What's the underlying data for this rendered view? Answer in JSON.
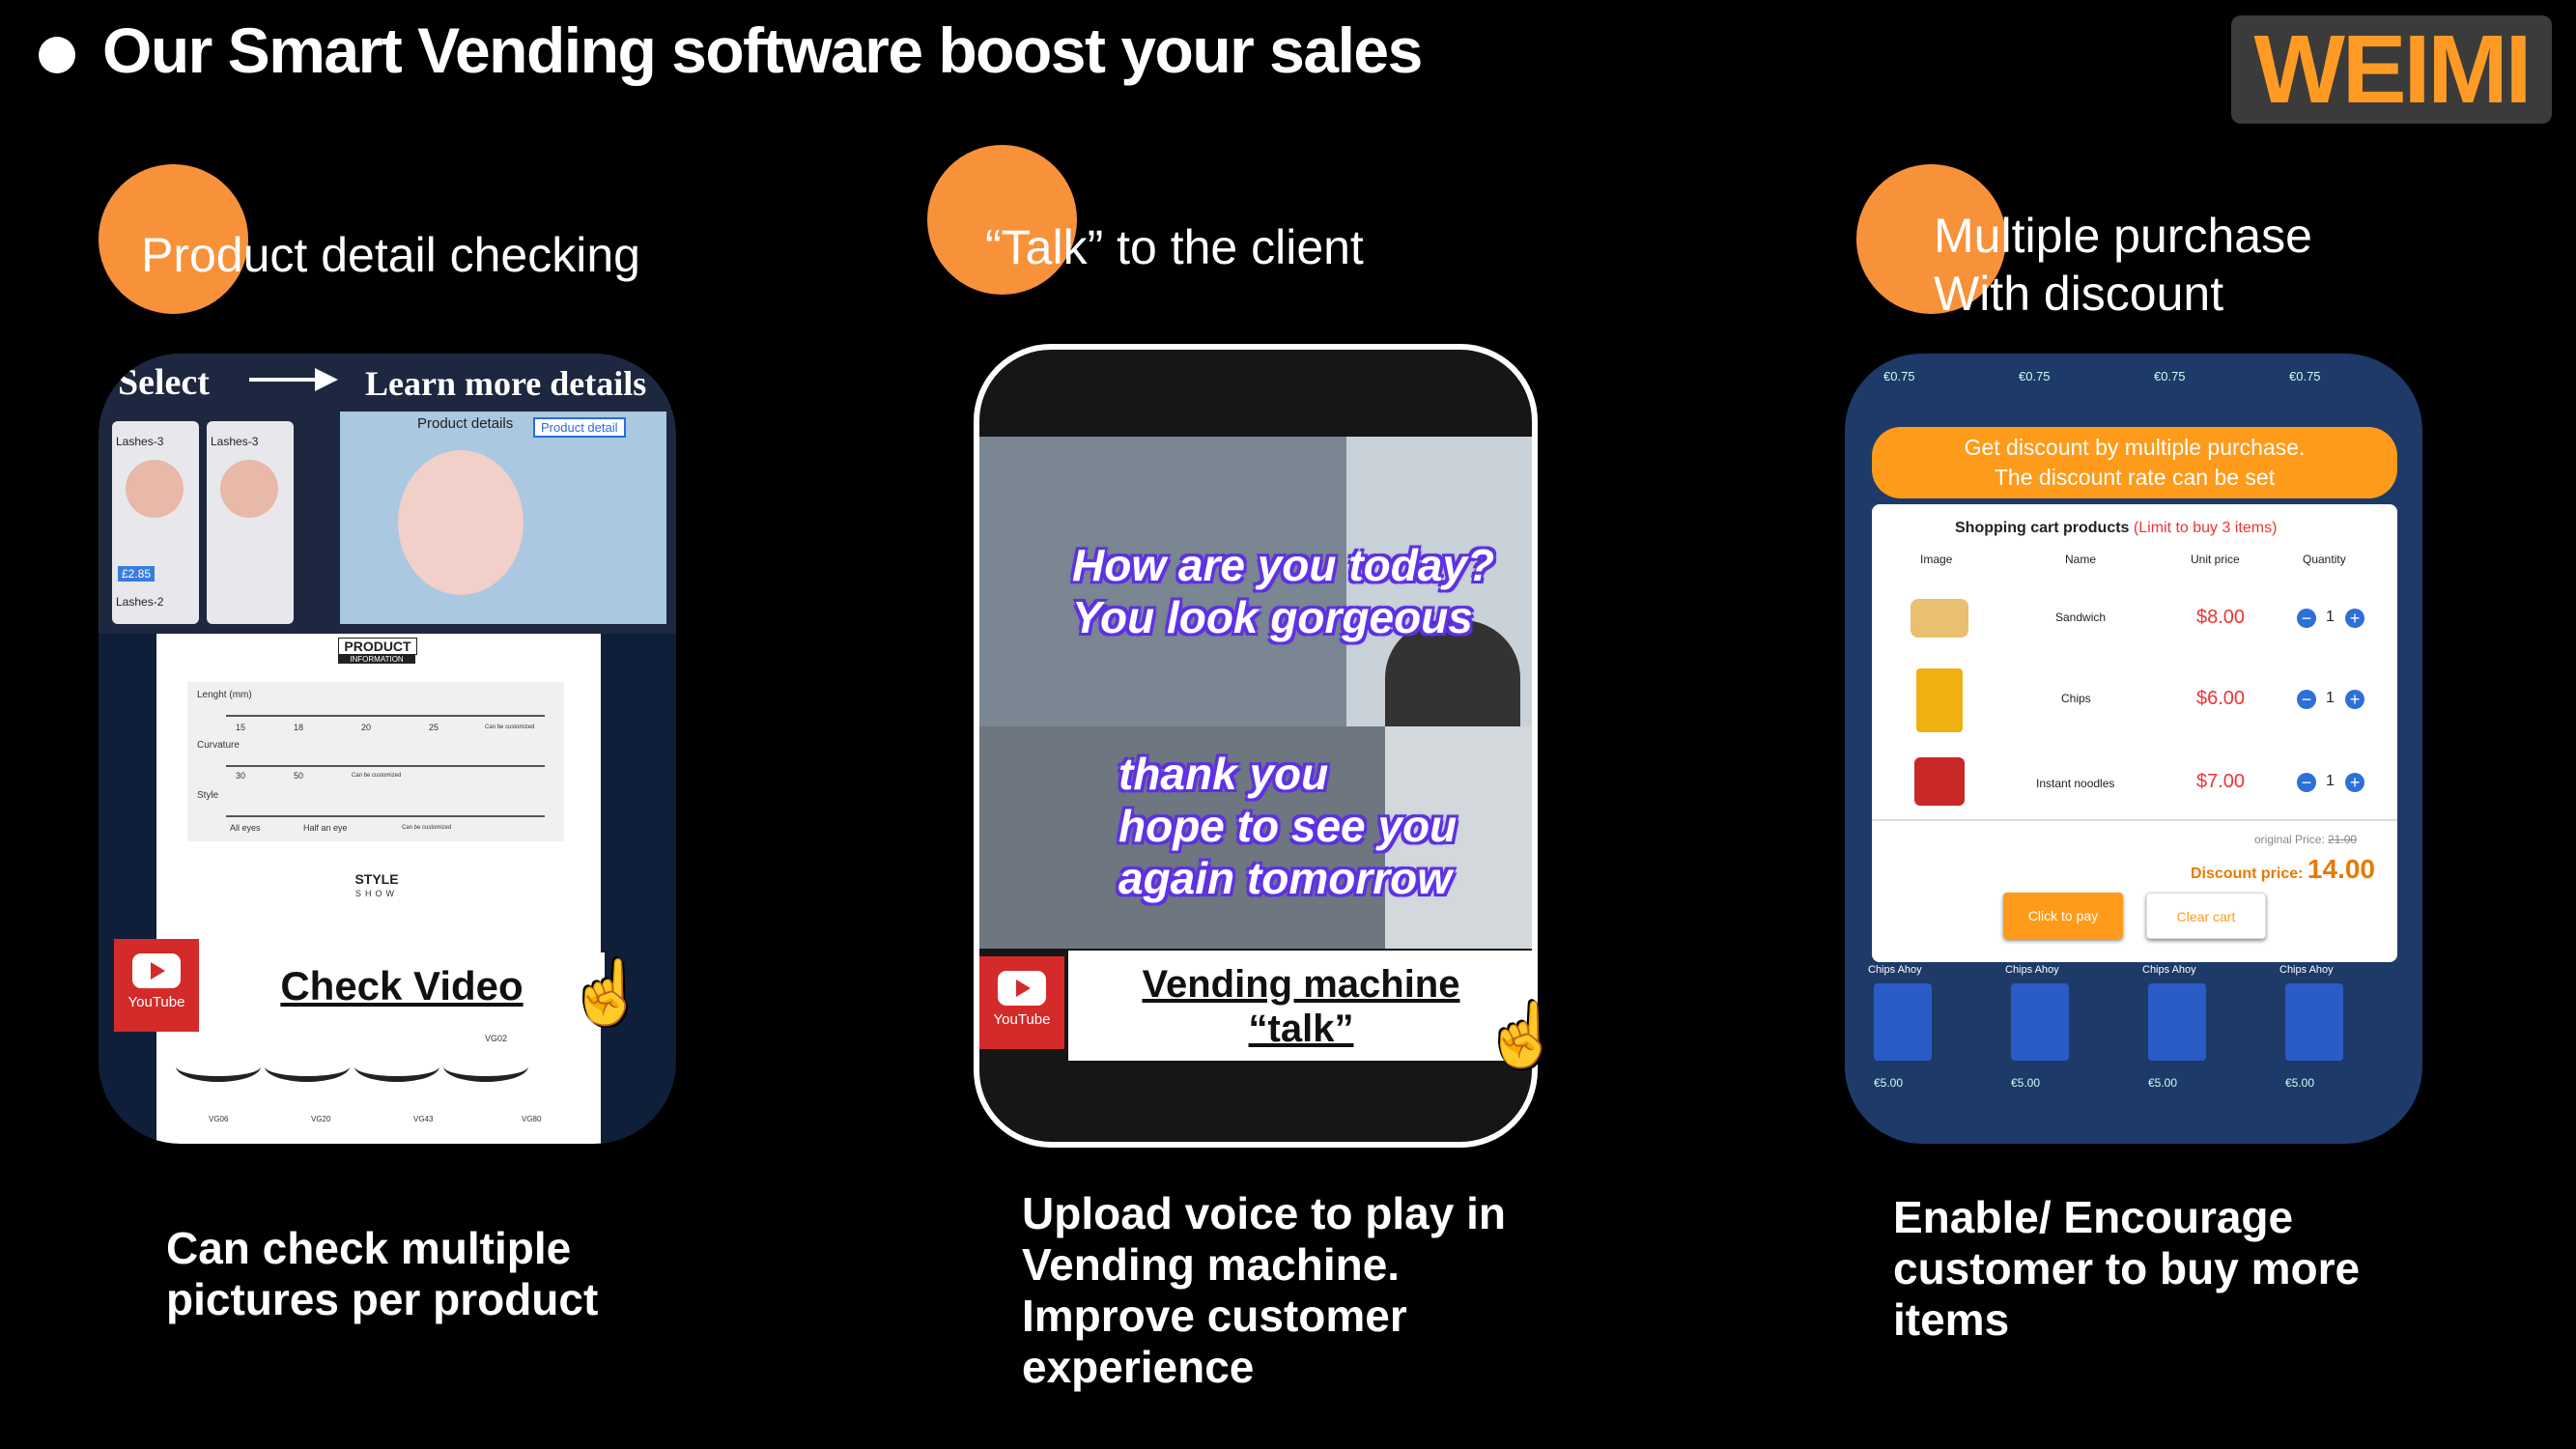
{
  "header": {
    "title": "Our Smart Vending software boost your sales",
    "logo": "WEIMI"
  },
  "colors": {
    "accent": "#f7923a",
    "logo_text": "#ff9b24",
    "background": "#000000"
  },
  "features": [
    {
      "title": "Product detail checking",
      "description_lines": [
        "Can check multiple",
        "pictures per product"
      ],
      "card": {
        "select_label": "Select",
        "learn_label": "Learn more details",
        "product_details_label": "Product details",
        "product_detail_button": "Product detail",
        "lashes_labels": [
          "Lashes-3",
          "Lashes-3",
          "Lashes-2"
        ],
        "price_tag": "£2.85",
        "info_heading": "PRODUCT",
        "info_sub": "INFORMATION",
        "length_label": "Lenght (mm)",
        "length_ticks": [
          "15",
          "18",
          "20",
          "25",
          "Can be customized"
        ],
        "curvature_label": "Curvature",
        "curvature_ticks": [
          "30",
          "50",
          "Can be customized"
        ],
        "style_label": "Style",
        "style_ticks": [
          "All eyes",
          "Half an eye",
          "Can be customized"
        ],
        "style_heading": "STYLE",
        "style_sub": "SHOW",
        "lash_codes": [
          "VG06",
          "VG20",
          "VG43",
          "VG80"
        ],
        "vg02": "VG02",
        "youtube_label": "YouTube",
        "link_text": "Check Video"
      }
    },
    {
      "title": "“Talk” to the client",
      "description_lines": [
        "Upload voice to play in",
        "Vending machine.",
        "Improve customer",
        "experience"
      ],
      "card": {
        "caption_top": [
          "How are you today?",
          "You look gorgeous"
        ],
        "caption_bottom": [
          "thank you",
          "hope to see you",
          "again tomorrow"
        ],
        "youtube_label": "YouTube",
        "link_lines": [
          "Vending machine",
          "“talk”"
        ]
      }
    },
    {
      "title_lines": [
        "Multiple purchase",
        "With discount"
      ],
      "description_lines": [
        "Enable/ Encourage",
        "customer to buy more",
        "items"
      ],
      "card": {
        "banner_lines": [
          "Get discount by multiple purchase.",
          "The discount rate can be set"
        ],
        "cart_title": "Shopping cart products",
        "cart_limit": "(Limit to buy 3 items)",
        "columns": [
          "Image",
          "Name",
          "Unit price",
          "Quantity"
        ],
        "items": [
          {
            "name": "Sandwich",
            "price": "$8.00",
            "qty": "1"
          },
          {
            "name": "Chips",
            "price": "$6.00",
            "qty": "1"
          },
          {
            "name": "Instant noodles",
            "price": "$7.00",
            "qty": "1"
          }
        ],
        "original_price_label": "original Price:",
        "original_price": "21.00",
        "discount_label": "Discount price:",
        "discount_price": "14.00",
        "pay_button": "Click to pay",
        "clear_button": "Clear cart",
        "slot_price_top": "€0.75",
        "slot_price_bottom": "€5.00",
        "product_label": "Chips Ahoy"
      }
    }
  ]
}
